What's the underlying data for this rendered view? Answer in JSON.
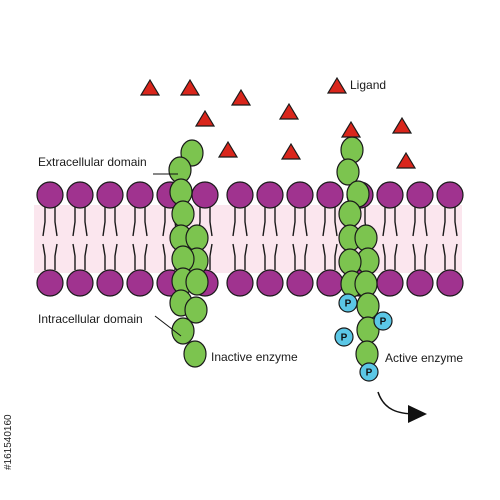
{
  "labels": {
    "ligand": "Ligand",
    "extracellular": "Extracellular domain",
    "intracellular": "Intracellular domain",
    "inactive": "Inactive enzyme",
    "active": "Active enzyme"
  },
  "phosphate_label": "P",
  "stock_id": "#161540160",
  "colors": {
    "lipid_head": "#a0338f",
    "lipid_bilayer_band": "#fbe6ee",
    "receptor": "#7cc44f",
    "ligand": "#d9261c",
    "phosphate": "#5bc7e6"
  }
}
